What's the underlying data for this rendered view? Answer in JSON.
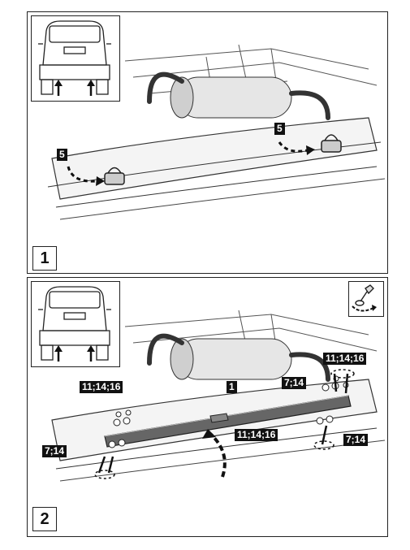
{
  "panels": [
    {
      "step": "1",
      "callouts": [
        "5",
        "5"
      ]
    },
    {
      "step": "2",
      "callouts": [
        "11;14;16",
        "7;14",
        "1",
        "11;14;16",
        "7;14",
        "11;14;16",
        "7;14"
      ]
    }
  ]
}
